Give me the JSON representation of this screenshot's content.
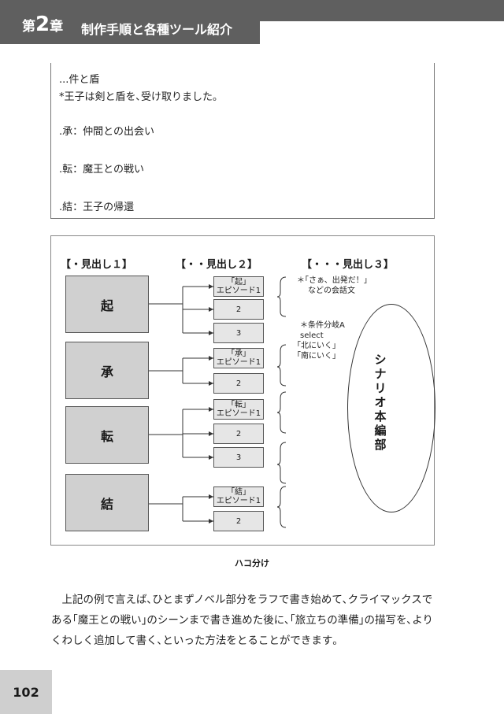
{
  "header": {
    "chapter_prefix": "第",
    "chapter_num": "2",
    "chapter_suffix": "章",
    "title": "制作手順と各種ツール紹介"
  },
  "text_box": {
    "lines": [
      "...件と盾",
      "*王子は剣と盾を､受け取りました｡",
      ".承：仲間との出会い",
      ".転：魔王との戦い",
      ".結：王子の帰還"
    ]
  },
  "figure": {
    "headings": [
      "【・見出し１】",
      "【・・見出し２】",
      "【・・・見出し３】"
    ],
    "sections": [
      "起",
      "承",
      "転",
      "結"
    ],
    "episodes": [
      {
        "l1": "｢起｣",
        "l2": "エピソード1"
      },
      {
        "l1": "2",
        "l2": ""
      },
      {
        "l1": "3",
        "l2": ""
      },
      {
        "l1": "｢承｣",
        "l2": "エピソード1"
      },
      {
        "l1": "2",
        "l2": ""
      },
      {
        "l1": "｢転｣",
        "l2": "エピソード1"
      },
      {
        "l1": "2",
        "l2": ""
      },
      {
        "l1": "3",
        "l2": ""
      },
      {
        "l1": "｢結｣",
        "l2": "エピソード1"
      },
      {
        "l1": "2",
        "l2": ""
      }
    ],
    "note1": [
      "＊｢さぁ、出発だ！｣",
      "などの会話文"
    ],
    "note2": [
      "＊条件分岐A",
      "select",
      "｢北にいく｣",
      "｢南にいく｣"
    ],
    "ellipse_text": "シナリオ本編部"
  },
  "caption": "ハコ分け",
  "body": {
    "paragraph": "上記の例で言えば､ひとまずノベル部分をラフで書き始めて､クライマックスである｢魔王との戦い｣のシーンまで書き進めた後に､｢旅立ちの準備｣の描写を､よりくわしく追加して書く､といった方法をとることができます｡"
  },
  "page_number": "102"
}
